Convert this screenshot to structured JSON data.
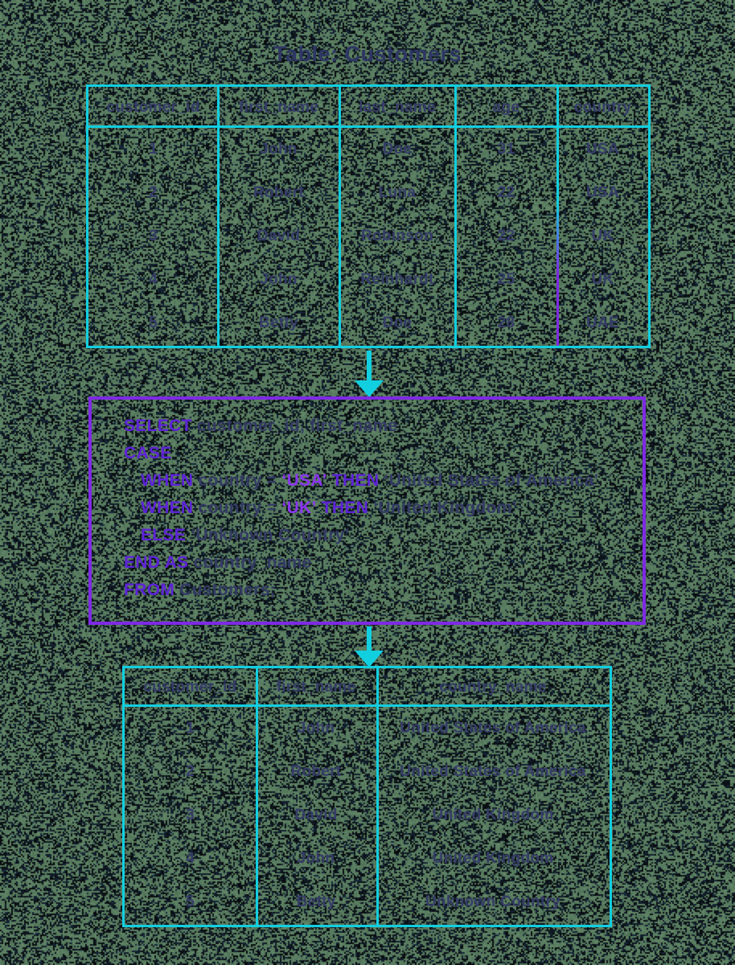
{
  "title": "Table: Customers",
  "colors": {
    "table_border_cyan": "#12cfe0",
    "code_border_purple": "#7e2ae4",
    "keyword_purple": "#5d23d6",
    "string_purple": "#8a36ee",
    "text_navy": "#363d68",
    "background_green": "#5c8063"
  },
  "source_table": {
    "headers": [
      "customer_id",
      "first_name",
      "last_name",
      "age",
      "country"
    ],
    "rows": [
      [
        "1",
        "John",
        "Doe",
        "31",
        "USA"
      ],
      [
        "2",
        "Robert",
        "Luna",
        "22",
        "USA"
      ],
      [
        "3",
        "David",
        "Robinson",
        "22",
        "UK"
      ],
      [
        "4",
        "John",
        "Reinhardt",
        "25",
        "UK"
      ],
      [
        "5",
        "Betty",
        "Doe",
        "28",
        "UAE"
      ]
    ]
  },
  "sql": {
    "l1": [
      "SELECT",
      " customer_id, first_name"
    ],
    "l2": [
      "CASE"
    ],
    "l3": [
      "WHEN",
      " country = ",
      "‘USA’",
      " THEN ",
      "‘United States of America’"
    ],
    "l4": [
      "WHEN",
      " country = ",
      "‘UK’",
      " THEN ",
      "‘United Kingdom’"
    ],
    "l5": [
      "ELSE",
      " ‘Unknown Country’"
    ],
    "l6": [
      "END AS",
      " country_name"
    ],
    "l7": [
      "FROM",
      " Customers;"
    ]
  },
  "result_table": {
    "headers": [
      "customer_id",
      "first_name",
      "country_name"
    ],
    "rows": [
      [
        "1",
        "John",
        "United States of America"
      ],
      [
        "2",
        "Robert",
        "United States of America"
      ],
      [
        "3",
        "David",
        "United Kingdom"
      ],
      [
        "4",
        "John",
        "United Kingdom"
      ],
      [
        "5",
        "Betty",
        "Unknown Country"
      ]
    ]
  }
}
